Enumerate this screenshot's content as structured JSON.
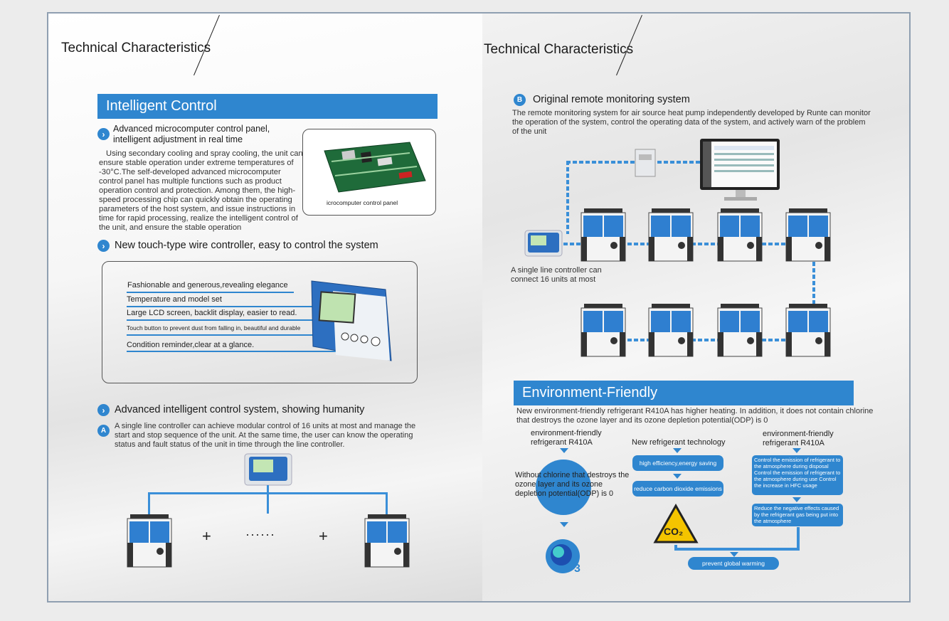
{
  "left": {
    "header": "Technical Characteristics",
    "intelligent_control": "Intelligent Control",
    "feature1_title": "Advanced microcomputer control panel, intelligent adjustment in real time",
    "feature1_body": "Using secondary cooling and spray cooling, the unit can ensure stable operation under extreme temperatures of -30°C.The self-developed advanced microcomputer control panel has multiple functions such as product operation control and protection. Among them, the high-speed processing chip can quickly obtain the operating parameters of the host system, and issue instructions in time for rapid processing, realize the intelligent control of the unit, and ensure the stable operation",
    "panel_caption": "icrocomputer control panel",
    "feature2_title": "New touch-type wire controller, easy to control the system",
    "controller_features": [
      "Fashionable and generous,revealing elegance",
      "Temperature and model set",
      "Large LCD screen, backlit display, easier to read.",
      "Touch button to prevent dust from falling in, beautiful and durable",
      "Condition reminder,clear at a glance."
    ],
    "feature3_title": "Advanced intelligent control system, showing humanity",
    "point_a_letter": "A",
    "point_a_body": "A single line controller can achieve modular control of 16 units at most and manage the start and stop sequence of the unit. At the same time, the user can know the operating status and fault status of the unit in time through the line controller.",
    "plus1": "+",
    "dots": "······",
    "plus2": "+"
  },
  "right": {
    "header": "Technical Characteristics",
    "point_b_letter": "B",
    "point_b_title": "Original remote monitoring system",
    "point_b_body": "The remote monitoring system for air source heat pump independently developed by Runte can monitor the operation of the system, control the operating data of the system, and actively warn of the problem of the unit",
    "single_line_caption": "A single line controller can connect 16 units at most",
    "env_title": "Environment-Friendly",
    "env_body": "New environment-friendly refrigerant R410A has higher heating. In addition, it does not contain chlorine that destroys the ozone layer and its ozone depletion potential(ODP) is 0",
    "col1_label": "environment-friendly refrigerant R410A",
    "col1_circle": "Without chlorine that destroys the ozone layer and its ozone depletion potential(ODP) is 0",
    "col2_label": "New refrigerant technology",
    "col2_pill1": "high efficiency,energy saving",
    "col2_pill2": "reduce carbon dioxide emissions",
    "col3_label": "environment-friendly refrigerant R410A",
    "col3_box1": "Control the emission of refrigerant to the atmosphere during disposal Control the emission of refrigerant to the atmosphere during use Control the increase in HFC usage",
    "col3_box2": "Reduce the negative effects caused by the refrigerant gas being put into the atmosphere",
    "bottom_pill": "prevent global warming",
    "co2_label": "CO₂",
    "ozone_label": "3"
  },
  "colors": {
    "accent": "#2f86cf",
    "border": "#8f9fb1"
  }
}
